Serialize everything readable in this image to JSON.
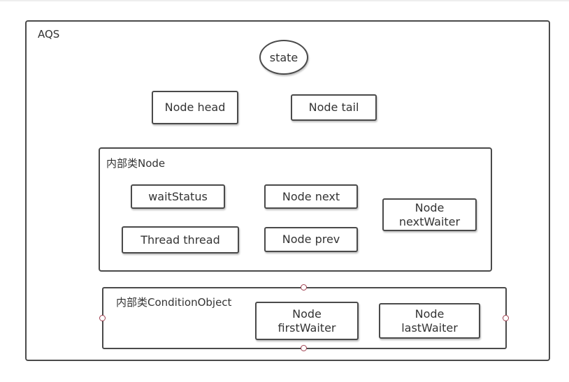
{
  "colors": {
    "stroke": "#4a4a4a",
    "text": "#333333",
    "handle": "#a04050"
  },
  "aqs": {
    "label": "AQS",
    "state": "state",
    "head": "Node head",
    "tail": "Node tail"
  },
  "node_class": {
    "label": "内部类Node",
    "wait_status": "waitStatus",
    "thread": "Thread thread",
    "next": "Node next",
    "prev": "Node prev",
    "next_waiter": [
      "Node",
      "nextWaiter"
    ]
  },
  "condition_object": {
    "label": "内部类ConditionObject",
    "first_waiter": [
      "Node",
      "firstWaiter"
    ],
    "last_waiter": [
      "Node",
      "lastWaiter"
    ]
  }
}
